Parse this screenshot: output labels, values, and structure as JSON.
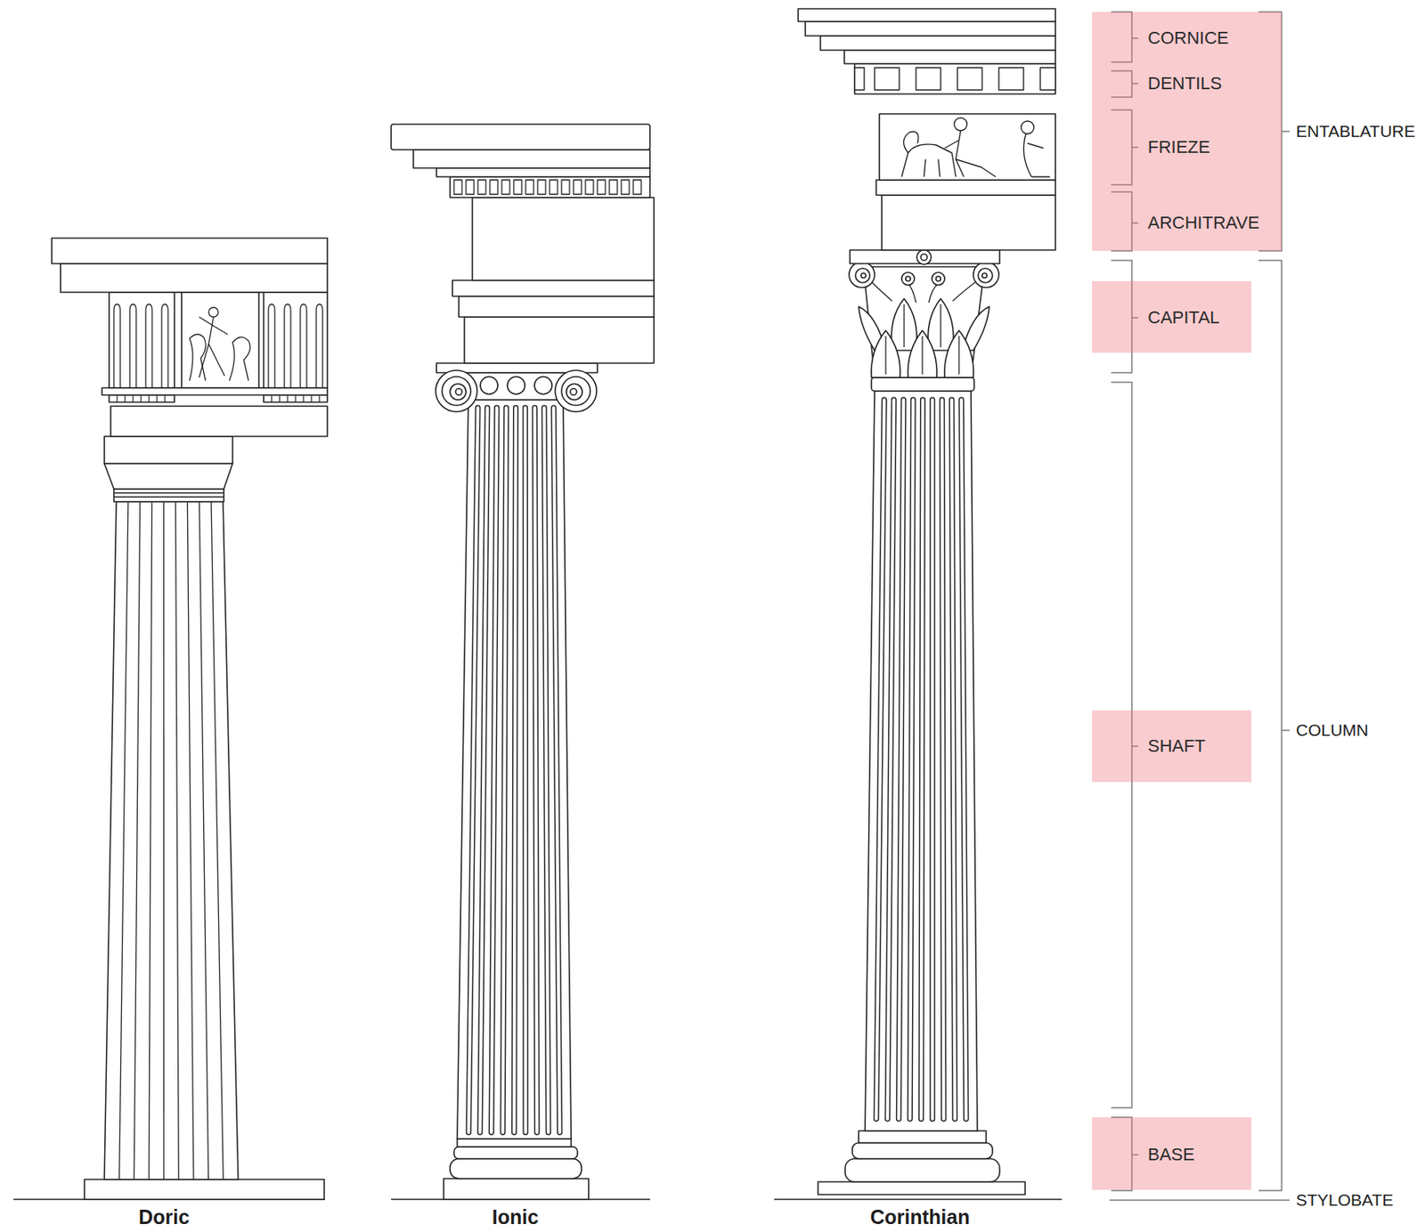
{
  "diagram": {
    "nodes": [
      {
        "text": [
          "CORNICE",
          "DENTILS",
          "FRIEZE",
          "ARCHITRAVE"
        ]
      },
      {
        "text": [
          "CAPITAL"
        ]
      },
      {
        "text": [
          "SHAFT"
        ]
      },
      {
        "text": [
          "BASE"
        ]
      }
    ],
    "labels": [
      "Doric",
      "Ionic",
      "Corinthian",
      "ENTABLATURE",
      "COLUMN",
      "STYLOBATE"
    ]
  }
}
